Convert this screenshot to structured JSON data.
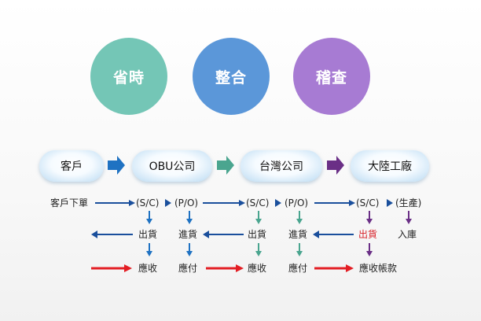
{
  "circles": [
    {
      "label": "省時",
      "color": "#74c6b6"
    },
    {
      "label": "整合",
      "color": "#5b97d9"
    },
    {
      "label": "稽查",
      "color": "#a77bd3"
    }
  ],
  "entities": [
    "客戶",
    "OBU公司",
    "台灣公司",
    "大陸工廠"
  ],
  "flow": {
    "customer_order": "客戶下單",
    "sc": "(S/C)",
    "po": "(P/O)",
    "production": "(生產)",
    "ship": "出貨",
    "buy": "進貨",
    "ship_highlight": "出貨",
    "stock_in": "入庫",
    "receivable": "應收",
    "payable": "應付",
    "receivable_account": "應收帳款"
  },
  "colors": {
    "blue": "#1f72c2",
    "teal": "#4aa58f",
    "purple": "#6a2f86",
    "navy": "#1a4f9c",
    "red": "#e31e24",
    "highlight_text": "#d8232a"
  }
}
